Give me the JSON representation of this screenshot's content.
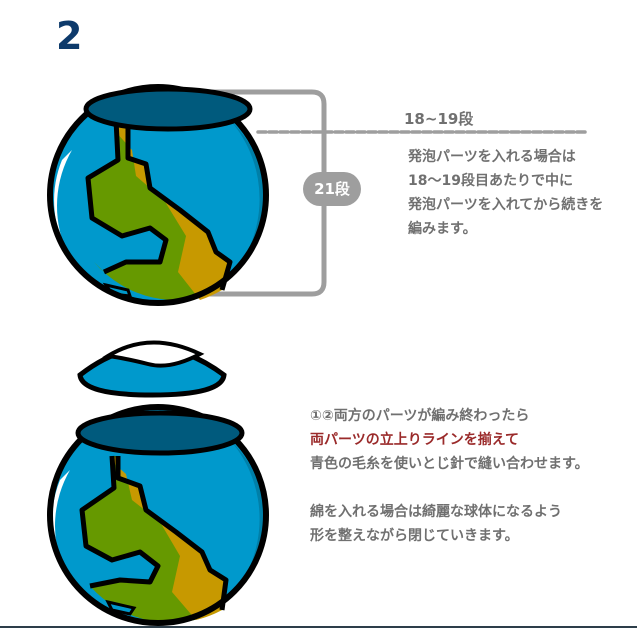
{
  "step": {
    "number": "2"
  },
  "diagram": {
    "rows_label": "18~19段",
    "total_rows_badge": "21段"
  },
  "note_top": {
    "lines": [
      "発泡パーツを入れる場合は",
      "18〜19段目あたりで中に",
      "発泡パーツを入れてから続きを",
      "編みます。"
    ]
  },
  "note_bottom": {
    "line1": "①②両方のパーツが編み終わったら",
    "line2_highlight": "両パーツの立上りラインを揃えて",
    "line3": "青色の毛糸を使いとじ針で縫い合わせます。",
    "line4": "綿を入れる場合は綺麗な球体になるよう",
    "line5": "形を整えながら閉じていきます。"
  },
  "colors": {
    "ocean": "#0099cc",
    "ocean_shadow": "#007fa8",
    "opening": "#005a7d",
    "land_green": "#669900",
    "land_orange": "#cc9900",
    "outline": "#000000",
    "guide_gray": "#9e9e9e",
    "title_navy": "#0d3a6b",
    "highlight_red": "#9a2a2a"
  }
}
